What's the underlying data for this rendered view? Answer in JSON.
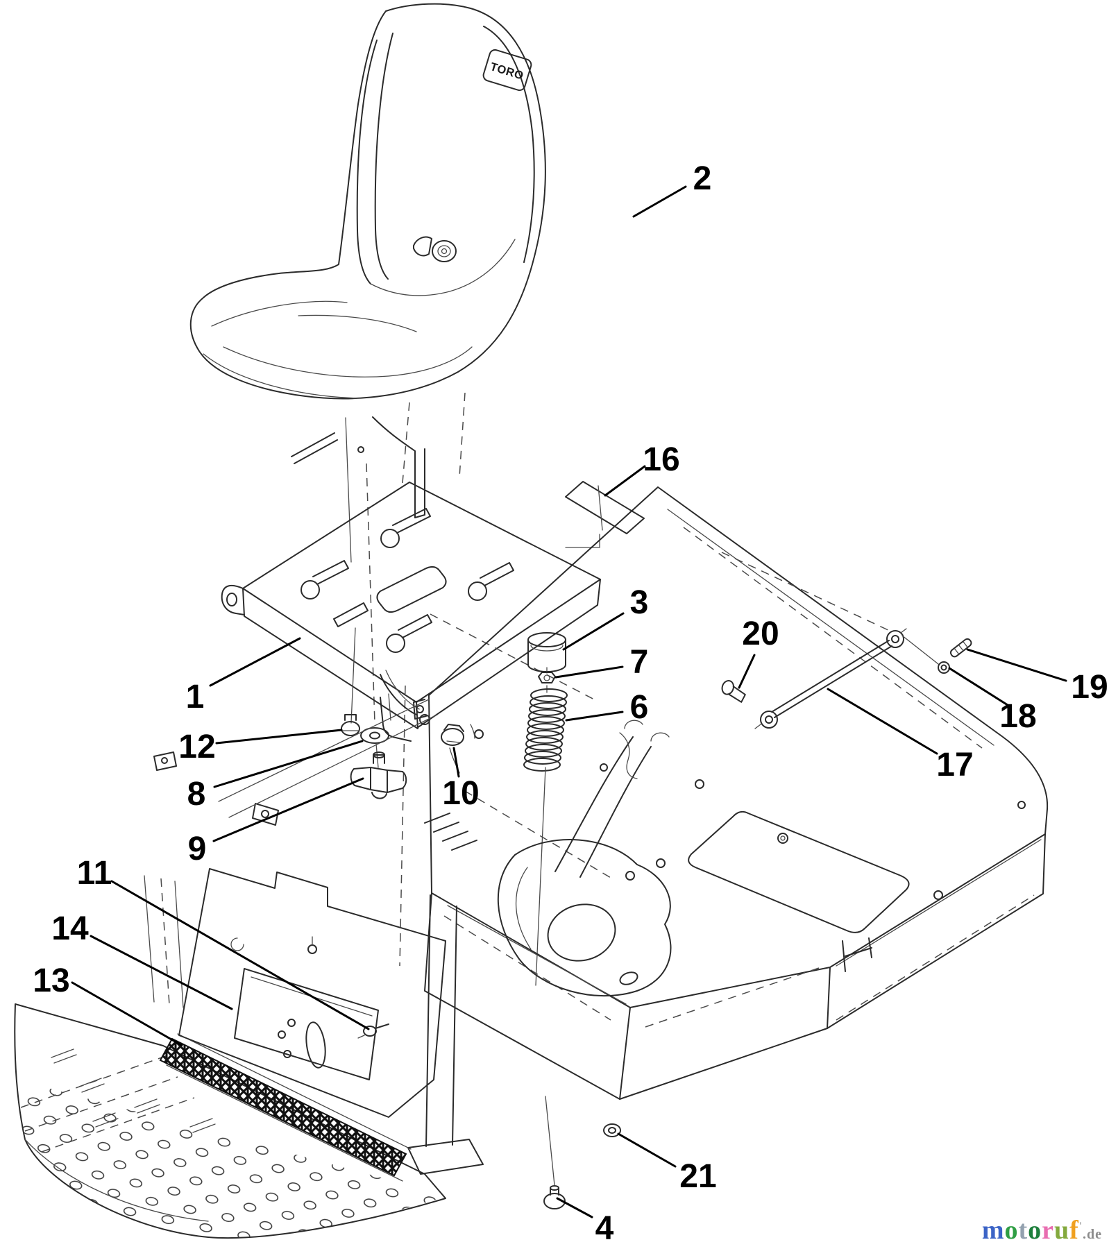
{
  "figure": {
    "seat_logo": "TORO"
  },
  "callouts": {
    "1": {
      "label": "1"
    },
    "2": {
      "label": "2"
    },
    "3": {
      "label": "3"
    },
    "4": {
      "label": "4"
    },
    "6": {
      "label": "6"
    },
    "7": {
      "label": "7"
    },
    "8": {
      "label": "8"
    },
    "9": {
      "label": "9"
    },
    "10": {
      "label": "10"
    },
    "11": {
      "label": "11"
    },
    "12": {
      "label": "12"
    },
    "13": {
      "label": "13"
    },
    "14": {
      "label": "14"
    },
    "16": {
      "label": "16"
    },
    "17": {
      "label": "17"
    },
    "18": {
      "label": "18"
    },
    "19": {
      "label": "19"
    },
    "20": {
      "label": "20"
    },
    "21": {
      "label": "21"
    }
  },
  "watermark": {
    "word": "motoruf",
    "suffix": ".de",
    "tick": "'",
    "suffix_color": "#8c8c8c",
    "letters": [
      {
        "ch": "m",
        "color": "#3b63c6"
      },
      {
        "ch": "o",
        "color": "#2f9e44"
      },
      {
        "ch": "t",
        "color": "#93a1af"
      },
      {
        "ch": "o",
        "color": "#1d7f3c"
      },
      {
        "ch": "r",
        "color": "#e86db0"
      },
      {
        "ch": "u",
        "color": "#84a93e"
      },
      {
        "ch": "f",
        "color": "#f0a01f"
      }
    ]
  },
  "colors": {
    "background": "#ffffff",
    "line": "#2b2b2b",
    "callout_text": "#000000"
  }
}
